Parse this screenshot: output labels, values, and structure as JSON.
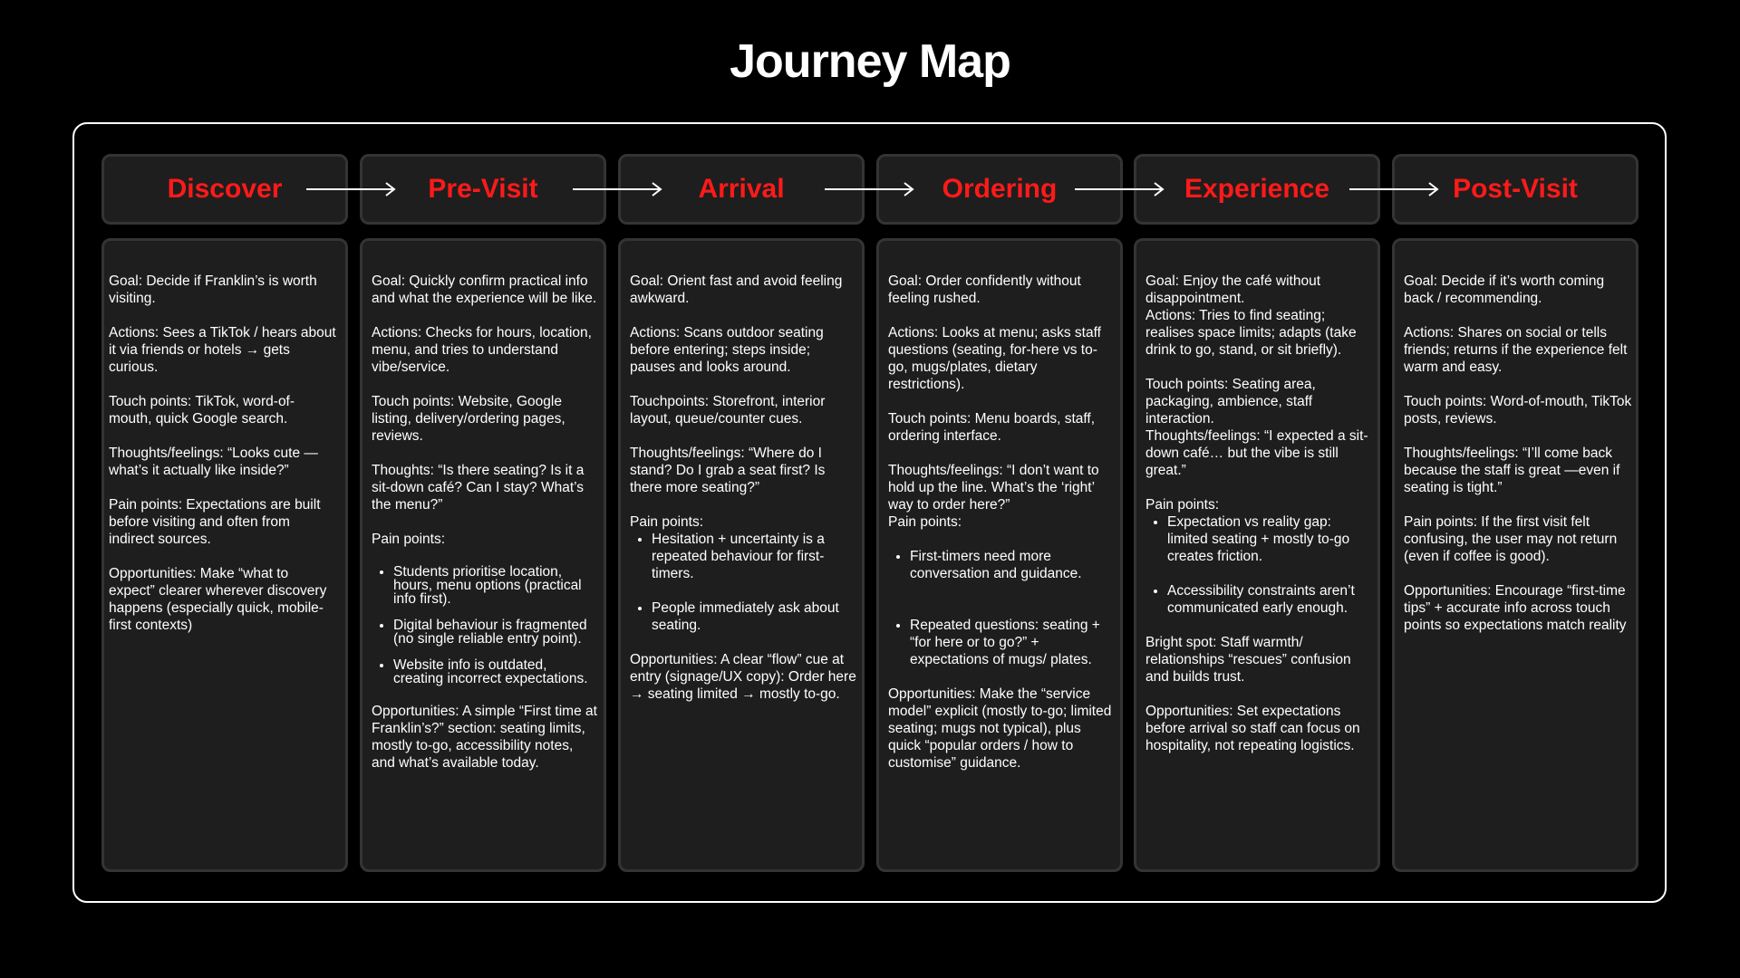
{
  "title": "Journey Map",
  "colors": {
    "background": "#000000",
    "stage_label": "#ff1a1a",
    "card_fill": "#1e1e1e",
    "card_border": "#343434",
    "frame_border": "#ffffff",
    "text": "#ffffff"
  },
  "stages": [
    {
      "label": "Discover",
      "goal": "Goal: Decide if Franklin’s is worth visiting.",
      "actions": "Actions: Sees a TikTok / hears about it via friends or hotels → gets curious.",
      "touch_points": "Touch points: TikTok, word-of-mouth, quick Google search.",
      "thoughts": "Thoughts/feelings: “Looks cute —what’s it actually like inside?”",
      "pain_points": "Pain points: Expectations are built before visiting and often from indirect sources.",
      "opportunities": "Opportunities: Make “what to expect” clearer wherever discovery happens (especially quick, mobile-first contexts)"
    },
    {
      "label": "Pre-Visit",
      "goal": "Goal: Quickly confirm practical info and what the experience will be like.",
      "actions": "Actions: Checks for hours, location, menu, and tries to understand vibe/service.",
      "touch_points": "Touch points: Website, Google listing, delivery/ordering pages, reviews.",
      "thoughts": "Thoughts: “Is there seating? Is it a sit-down café? Can I stay? What’s the menu?”",
      "pain_points_heading": "Pain points:",
      "pain_points_list": [
        "Students prioritise location, hours, menu options (practical info first).",
        "Digital behaviour is fragmented (no single reliable entry point).",
        "Website info is outdated, creating incorrect expectations."
      ],
      "opportunities": "Opportunities: A simple “First time at Franklin’s?” section: seating limits, mostly to-go, accessibility notes, and what’s available today."
    },
    {
      "label": "Arrival",
      "goal": "Goal: Orient fast and avoid feeling awkward.",
      "actions": "Actions: Scans outdoor seating before entering; steps inside; pauses and looks around.",
      "touch_points": "Touchpoints: Storefront, interior layout, queue/counter cues.",
      "thoughts": "Thoughts/feelings: “Where do I stand? Do I grab a seat first? Is there more seating?”",
      "pain_points_heading": "Pain points:",
      "pain_points_list": [
        "Hesitation + uncertainty is a repeated behaviour for first-timers.",
        "People immediately ask about seating."
      ],
      "opportunities": "Opportunities: A clear “flow” cue at entry (signage/UX copy): Order here → seating limited → mostly to-go."
    },
    {
      "label": "Ordering",
      "goal": "Goal: Order confidently without feeling rushed.",
      "actions": "Actions: Looks at menu; asks staff questions (seating, for-here vs to-go, mugs/plates, dietary restrictions).",
      "touch_points": "Touch points: Menu boards, staff, ordering interface.",
      "thoughts": "Thoughts/feelings: “I don’t want to hold up the line. What’s the ‘right’ way to order here?”",
      "pain_points_heading": "Pain points:",
      "pain_points_list": [
        "First-timers need more conversation and guidance.",
        "Repeated questions: seating + “for here or to go?” + expectations of mugs/ plates."
      ],
      "opportunities": "Opportunities: Make the “service model” explicit (mostly to-go; limited seating; mugs not typical), plus quick “popular orders / how to customise” guidance."
    },
    {
      "label": "Experience",
      "goal": "Goal: Enjoy the café without disappointment.",
      "actions": "Actions: Tries to find seating; realises space limits; adapts (take drink to go, stand, or sit briefly).",
      "touch_points": "Touch points: Seating area, packaging, ambience, staff interaction.",
      "thoughts": "Thoughts/feelings: “I expected a sit-down café… but the vibe is still great.”",
      "pain_points_heading": "Pain points:",
      "pain_points_list": [
        "Expectation vs reality gap: limited seating + mostly to-go creates friction.",
        "Accessibility constraints aren’t communicated early enough."
      ],
      "bright_spot": "Bright spot: Staff warmth/ relationships “rescues” confusion and builds trust.",
      "opportunities": "Opportunities: Set expectations before arrival so staff can focus on hospitality, not repeating logistics."
    },
    {
      "label": "Post-Visit",
      "goal": "Goal: Decide if it’s worth coming back / recommending.",
      "actions": "Actions: Shares on social or tells friends; returns if the experience felt warm and easy.",
      "touch_points": "Touch points: Word-of-mouth, TikTok posts, reviews.",
      "thoughts": "Thoughts/feelings: “I’ll come back because the staff is great —even if seating is tight.”",
      "pain_points": "Pain points: If the first visit felt confusing, the user may not return (even if coffee is good).",
      "opportunities": "Opportunities: Encourage “first-time tips” + accurate info across touch points so expectations match reality"
    }
  ]
}
